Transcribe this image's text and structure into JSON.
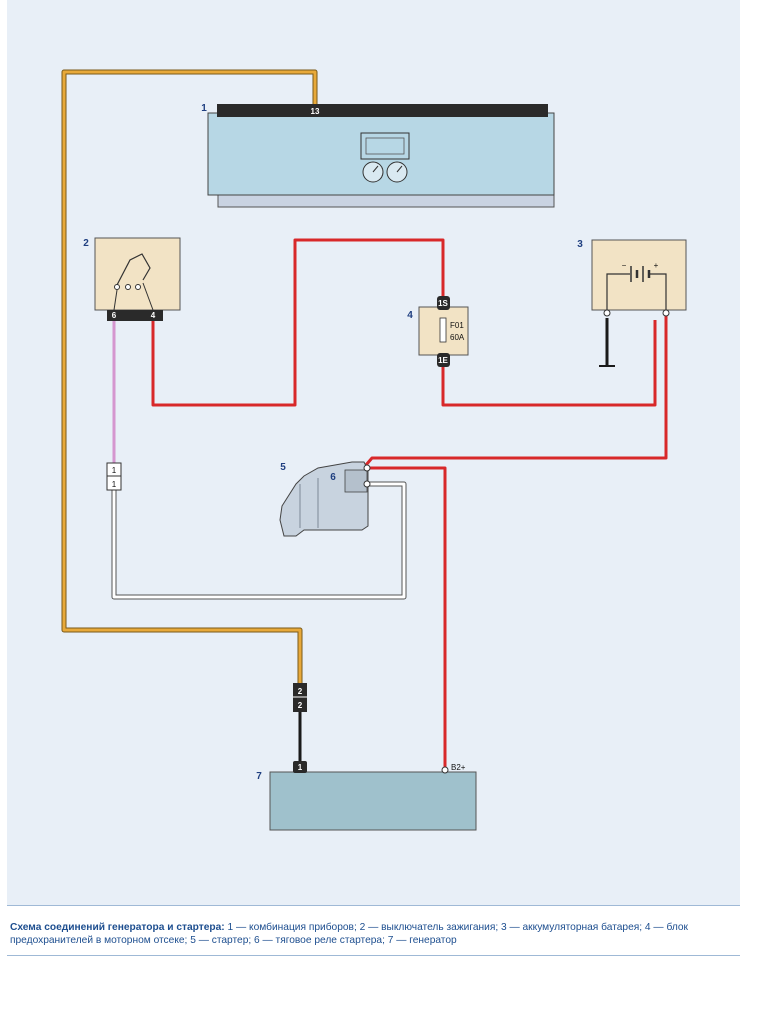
{
  "components": {
    "instrument_cluster": {
      "number": "1",
      "pin": "13"
    },
    "ignition_switch": {
      "number": "2",
      "pin_left": "6",
      "pin_right": "4"
    },
    "battery": {
      "number": "3",
      "minus": "−",
      "plus": "+"
    },
    "fuse_block": {
      "number": "4",
      "pin_top": "1S",
      "pin_bottom": "1E",
      "fuse_name": "F01",
      "fuse_rating": "60A"
    },
    "starter": {
      "number": "5"
    },
    "starter_relay": {
      "number": "6"
    },
    "generator": {
      "number": "7",
      "pin_left": "1",
      "terminal": "B2+"
    },
    "connector_a": {
      "top": "1",
      "bottom": "1"
    },
    "connector_b": {
      "top": "2",
      "bottom": "2"
    }
  },
  "wire_colors": {
    "orange": "#e8a93a",
    "red": "#d8282a",
    "pink": "#d596cf",
    "white": "#ffffff",
    "black": "#1a1a1a"
  },
  "caption": {
    "title": "Схема соединений генератора и стартера:",
    "text": " 1 — комбинация приборов; 2 — выключатель зажигания; 3 — аккумуляторная батарея; 4 — блок предохранителей в моторном отсеке; 5 — стартер; 6 — тяговое реле стартера; 7 — генератор"
  }
}
